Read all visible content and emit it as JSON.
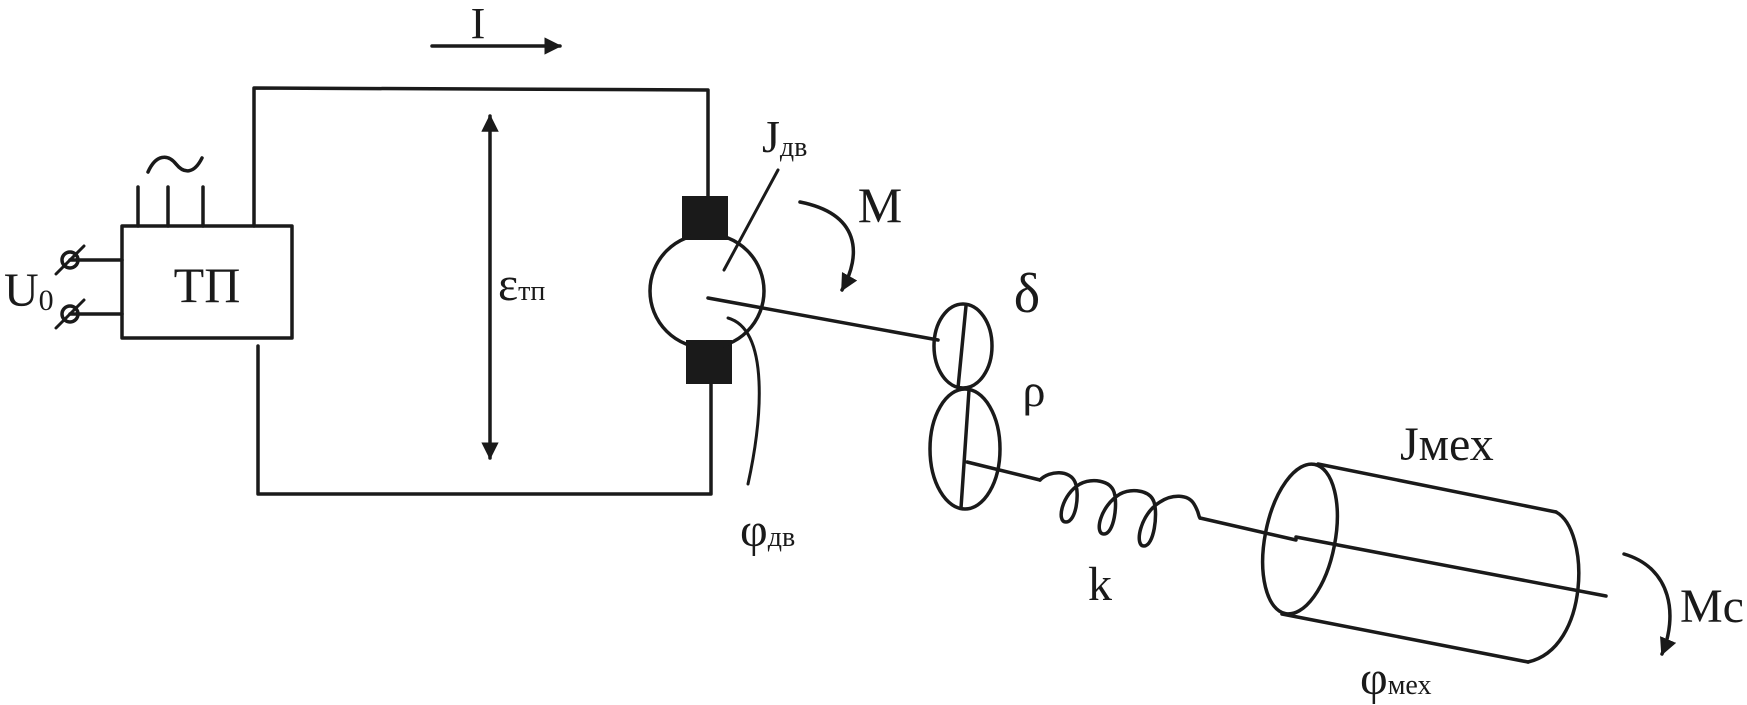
{
  "labels": {
    "current": "I",
    "converter": "ТП",
    "tilde": "~",
    "supply": "U",
    "supply_sub": "0",
    "emf_symbol": "ε",
    "emf_sub": "тп",
    "motor_inertia": "J",
    "motor_inertia_sub": "дв",
    "torque": "M",
    "backlash": "δ",
    "rho": "ρ",
    "motor_angle": "φ",
    "motor_angle_sub": "дв",
    "stiffness": "k",
    "mech_inertia": "Jмех",
    "load_torque": "Mc",
    "mech_angle": "φ",
    "mech_angle_sub": "мех"
  }
}
